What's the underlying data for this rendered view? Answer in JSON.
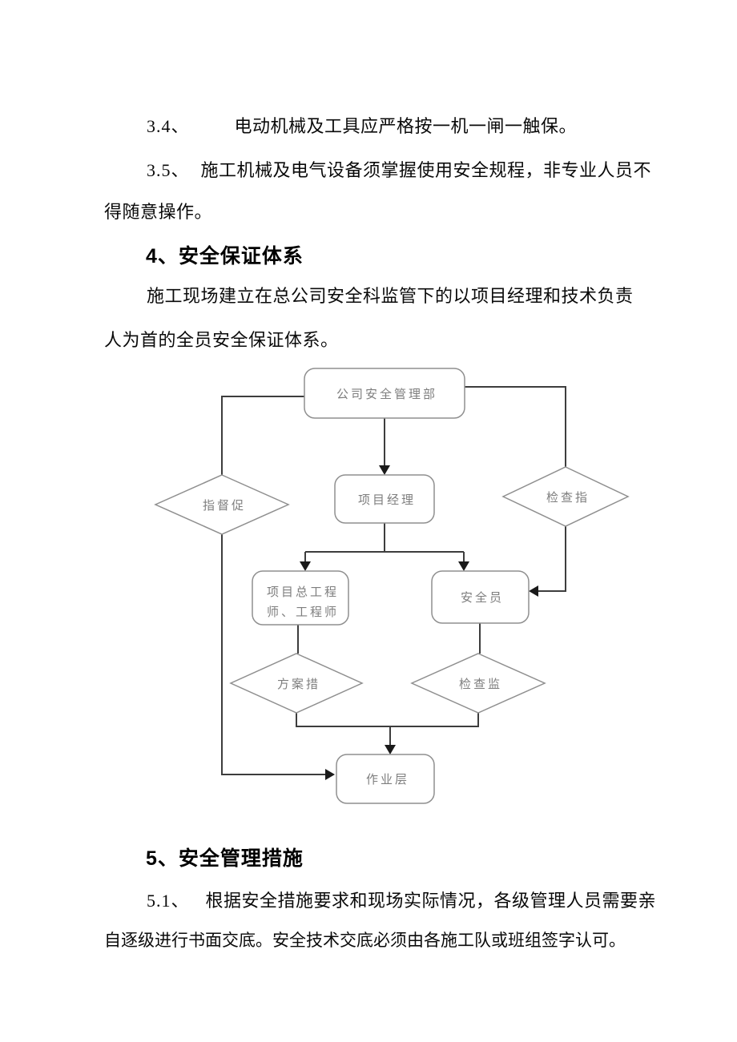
{
  "document": {
    "para_3_4": {
      "number": "3.4、",
      "text": "电动机械及工具应严格按一机一闸一触保。"
    },
    "para_3_5": {
      "number": "3.5、",
      "line1": "施工机械及电气设备须掌握使用安全规程，非专业人员不",
      "line2": "得随意操作。"
    },
    "heading_4": "4、安全保证体系",
    "para_4": {
      "line1": "施工现场建立在总公司安全科监管下的以项目经理和技术负责",
      "line2": "人为首的全员安全保证体系。"
    },
    "heading_5": "5、安全管理措施",
    "para_5_1": {
      "number": "5.1、",
      "line1": "根据安全措施要求和现场实际情况，各级管理人员需要亲",
      "line2": "自逐级进行书面交底。安全技术交底必须由各施工队或班组签字认可。"
    }
  },
  "flowchart": {
    "nodes": {
      "company_safety_dept": "公司安全管理部",
      "project_manager": "项目经理",
      "chief_engineer": {
        "line1": "项目总工程",
        "line2": "师、工程师"
      },
      "safety_officer": "安全员",
      "work_layer": "作业层",
      "guide_urge": "指督促",
      "inspect_guide": "检查指",
      "plan_measures": "方案措",
      "inspect_supervise": "检查监"
    },
    "colors": {
      "box_border": "#8f8f8f",
      "connector": "#3d3d3d",
      "node_text": "#7e7e7e",
      "background": "#ffffff"
    }
  }
}
